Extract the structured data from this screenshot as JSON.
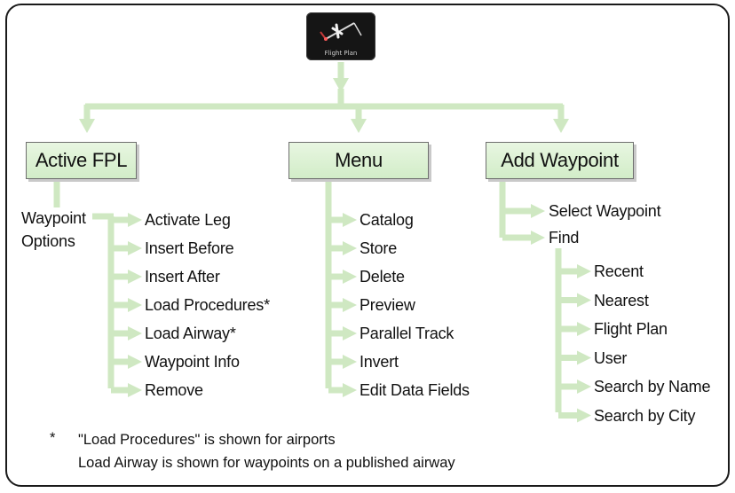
{
  "icon": {
    "name": "flight-plan-icon",
    "caption": "Flight Plan"
  },
  "boxes": {
    "active_fpl": "Active FPL",
    "menu": "Menu",
    "add_waypoint": "Add Waypoint"
  },
  "active_fpl": {
    "group_label_line1": "Waypoint",
    "group_label_line2": "Options",
    "items": [
      "Activate Leg",
      "Insert Before",
      "Insert After",
      "Load Procedures*",
      "Load Airway*",
      "Waypoint Info",
      "Remove"
    ]
  },
  "menu": {
    "items": [
      "Catalog",
      "Store",
      "Delete",
      "Preview",
      "Parallel Track",
      "Invert",
      "Edit Data Fields"
    ]
  },
  "add_waypoint": {
    "items": [
      "Select Waypoint",
      "Find"
    ],
    "find_items": [
      "Recent",
      "Nearest",
      "Flight Plan",
      "User",
      "Search by Name",
      "Search by City"
    ]
  },
  "footnote": {
    "marker": "*",
    "line1": "\"Load Procedures\" is shown for airports",
    "line2": "Load Airway is shown for waypoints on a published airway"
  },
  "colors": {
    "connector": "#cfe8c2",
    "box_fill": "#dcf1d3",
    "box_border": "#6e6e6e",
    "frame": "#1a1a1a"
  }
}
